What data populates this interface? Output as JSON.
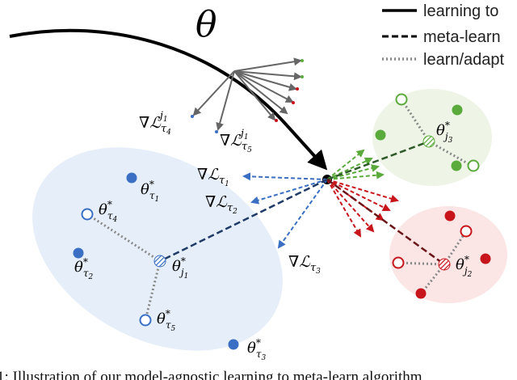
{
  "legend": {
    "solid": "learning to",
    "dashed": "meta-learn",
    "dotted": "learn/adapt"
  },
  "theta": "θ",
  "grad_labels": {
    "t4": {
      "main": "∇ℒ",
      "sub": "τ",
      "subsub": "4",
      "sup": "j",
      "supsub": "1"
    },
    "t5": {
      "main": "∇ℒ",
      "sub": "τ",
      "subsub": "5",
      "sup": "j",
      "supsub": "1"
    },
    "t1": {
      "main": "∇ℒ",
      "sub": "τ",
      "subsub": "1"
    },
    "t2": {
      "main": "∇ℒ",
      "sub": "τ",
      "subsub": "2"
    },
    "t3": {
      "main": "∇ℒ",
      "sub": "τ",
      "subsub": "3"
    }
  },
  "theta_labels": {
    "t1": {
      "main": "θ",
      "star": "*",
      "sub": "τ",
      "subsub": "1"
    },
    "t4": {
      "main": "θ",
      "star": "*",
      "sub": "τ",
      "subsub": "4"
    },
    "t2": {
      "main": "θ",
      "star": "*",
      "sub": "τ",
      "subsub": "2"
    },
    "j1": {
      "main": "θ",
      "star": "*",
      "sub": "j",
      "subsub": "1"
    },
    "t5": {
      "main": "θ",
      "star": "*",
      "sub": "τ",
      "subsub": "5"
    },
    "t3": {
      "main": "θ",
      "star": "*",
      "sub": "τ",
      "subsub": "3"
    },
    "j3": {
      "main": "θ",
      "star": "*",
      "sub": "j",
      "subsub": "3"
    },
    "j2": {
      "main": "θ",
      "star": "*",
      "sub": "j",
      "subsub": "2"
    }
  },
  "caption": "1: Illustration of our model-agnostic learning to meta-learn algorithm",
  "colors": {
    "blue": "#3a6fc4",
    "green": "#5bab3c",
    "red": "#c8151b",
    "gray": "#666666",
    "blue_region": "#e6eef9",
    "green_region": "#eef4e6",
    "red_region": "#fbe5e5"
  }
}
